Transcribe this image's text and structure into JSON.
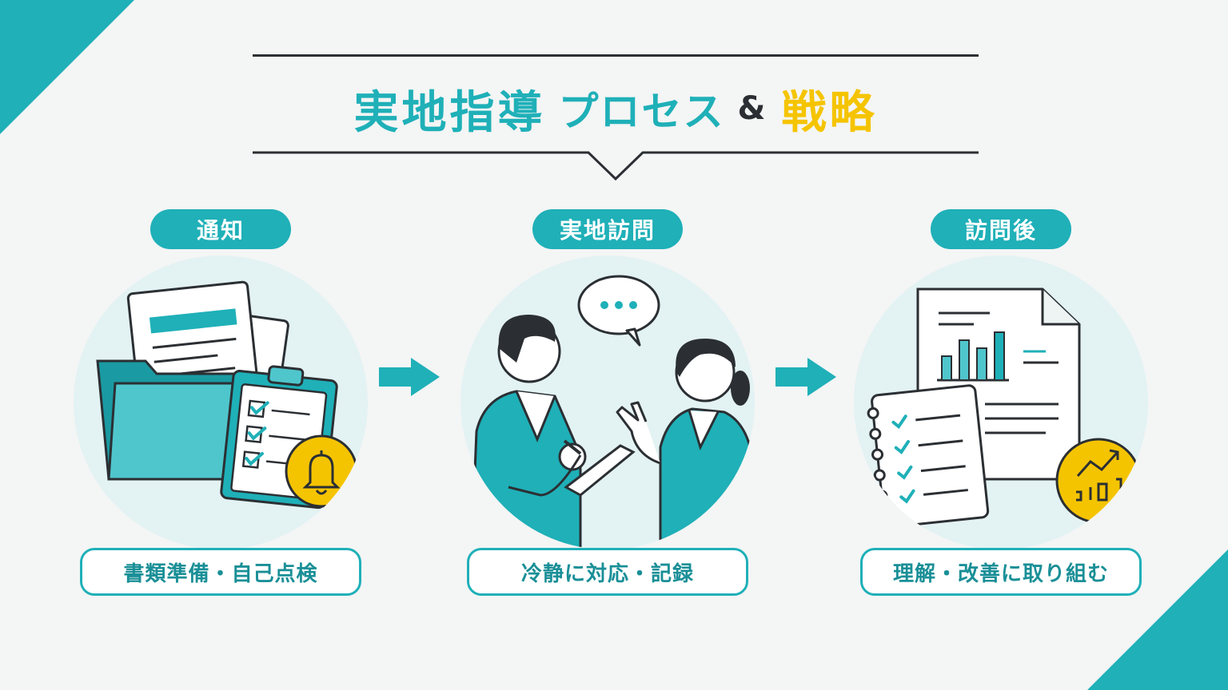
{
  "title": {
    "main": "実地指導",
    "sub": "プロセス",
    "amp": "&",
    "accent": "戦略"
  },
  "steps": [
    {
      "label": "通知",
      "caption": "書類準備・自己点検",
      "icons": [
        "folder-icon",
        "document-icon",
        "clipboard-checklist-icon",
        "bell-icon"
      ]
    },
    {
      "label": "実地訪問",
      "caption": "冷静に対応・記録",
      "icons": [
        "inspector-person-icon",
        "staff-person-icon",
        "speech-bubble-icon"
      ]
    },
    {
      "label": "訪問後",
      "caption": "理解・改善に取り組む",
      "icons": [
        "report-chart-icon",
        "notebook-checklist-icon",
        "growth-chart-icon"
      ]
    }
  ],
  "flow_arrow_icon": "arrow-right-icon",
  "colors": {
    "primary": "#1fb0b8",
    "accent": "#f5c400",
    "ink": "#2b2f33",
    "circle_bg": "#e3f2f3",
    "page_bg": "#f4f5f5"
  }
}
